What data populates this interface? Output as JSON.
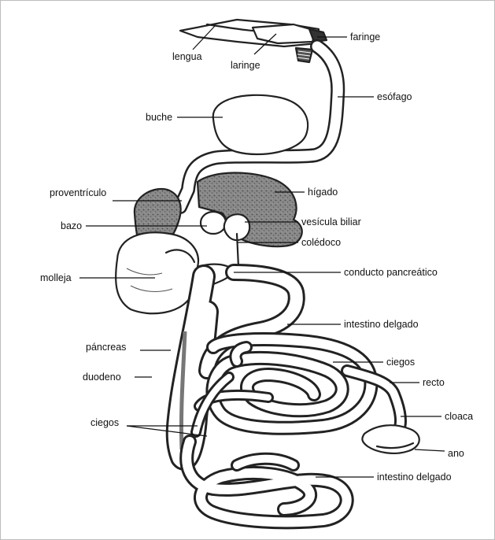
{
  "diagram": {
    "labels": {
      "lengua": "lengua",
      "laringe": "laringe",
      "faringe": "faringe",
      "esofago": "esófago",
      "buche": "buche",
      "proventriculo": "proventrículo",
      "higado": "hígado",
      "bazo": "bazo",
      "vesicula": "vesícula biliar",
      "coledoco": "colédoco",
      "molleja": "molleja",
      "conducto": "conducto pancreático",
      "intestino_delgado_1": "intestino delgado",
      "pancreas": "páncreas",
      "ciegos_right": "ciegos",
      "duodeno": "duodeno",
      "recto": "recto",
      "cloaca": "cloaca",
      "ciegos_left": "ciegos",
      "ano": "ano",
      "intestino_delgado_2": "intestino delgado"
    },
    "colors": {
      "ink": "#222222",
      "liver_fill": "#7a7a7a",
      "background": "#ffffff"
    }
  }
}
